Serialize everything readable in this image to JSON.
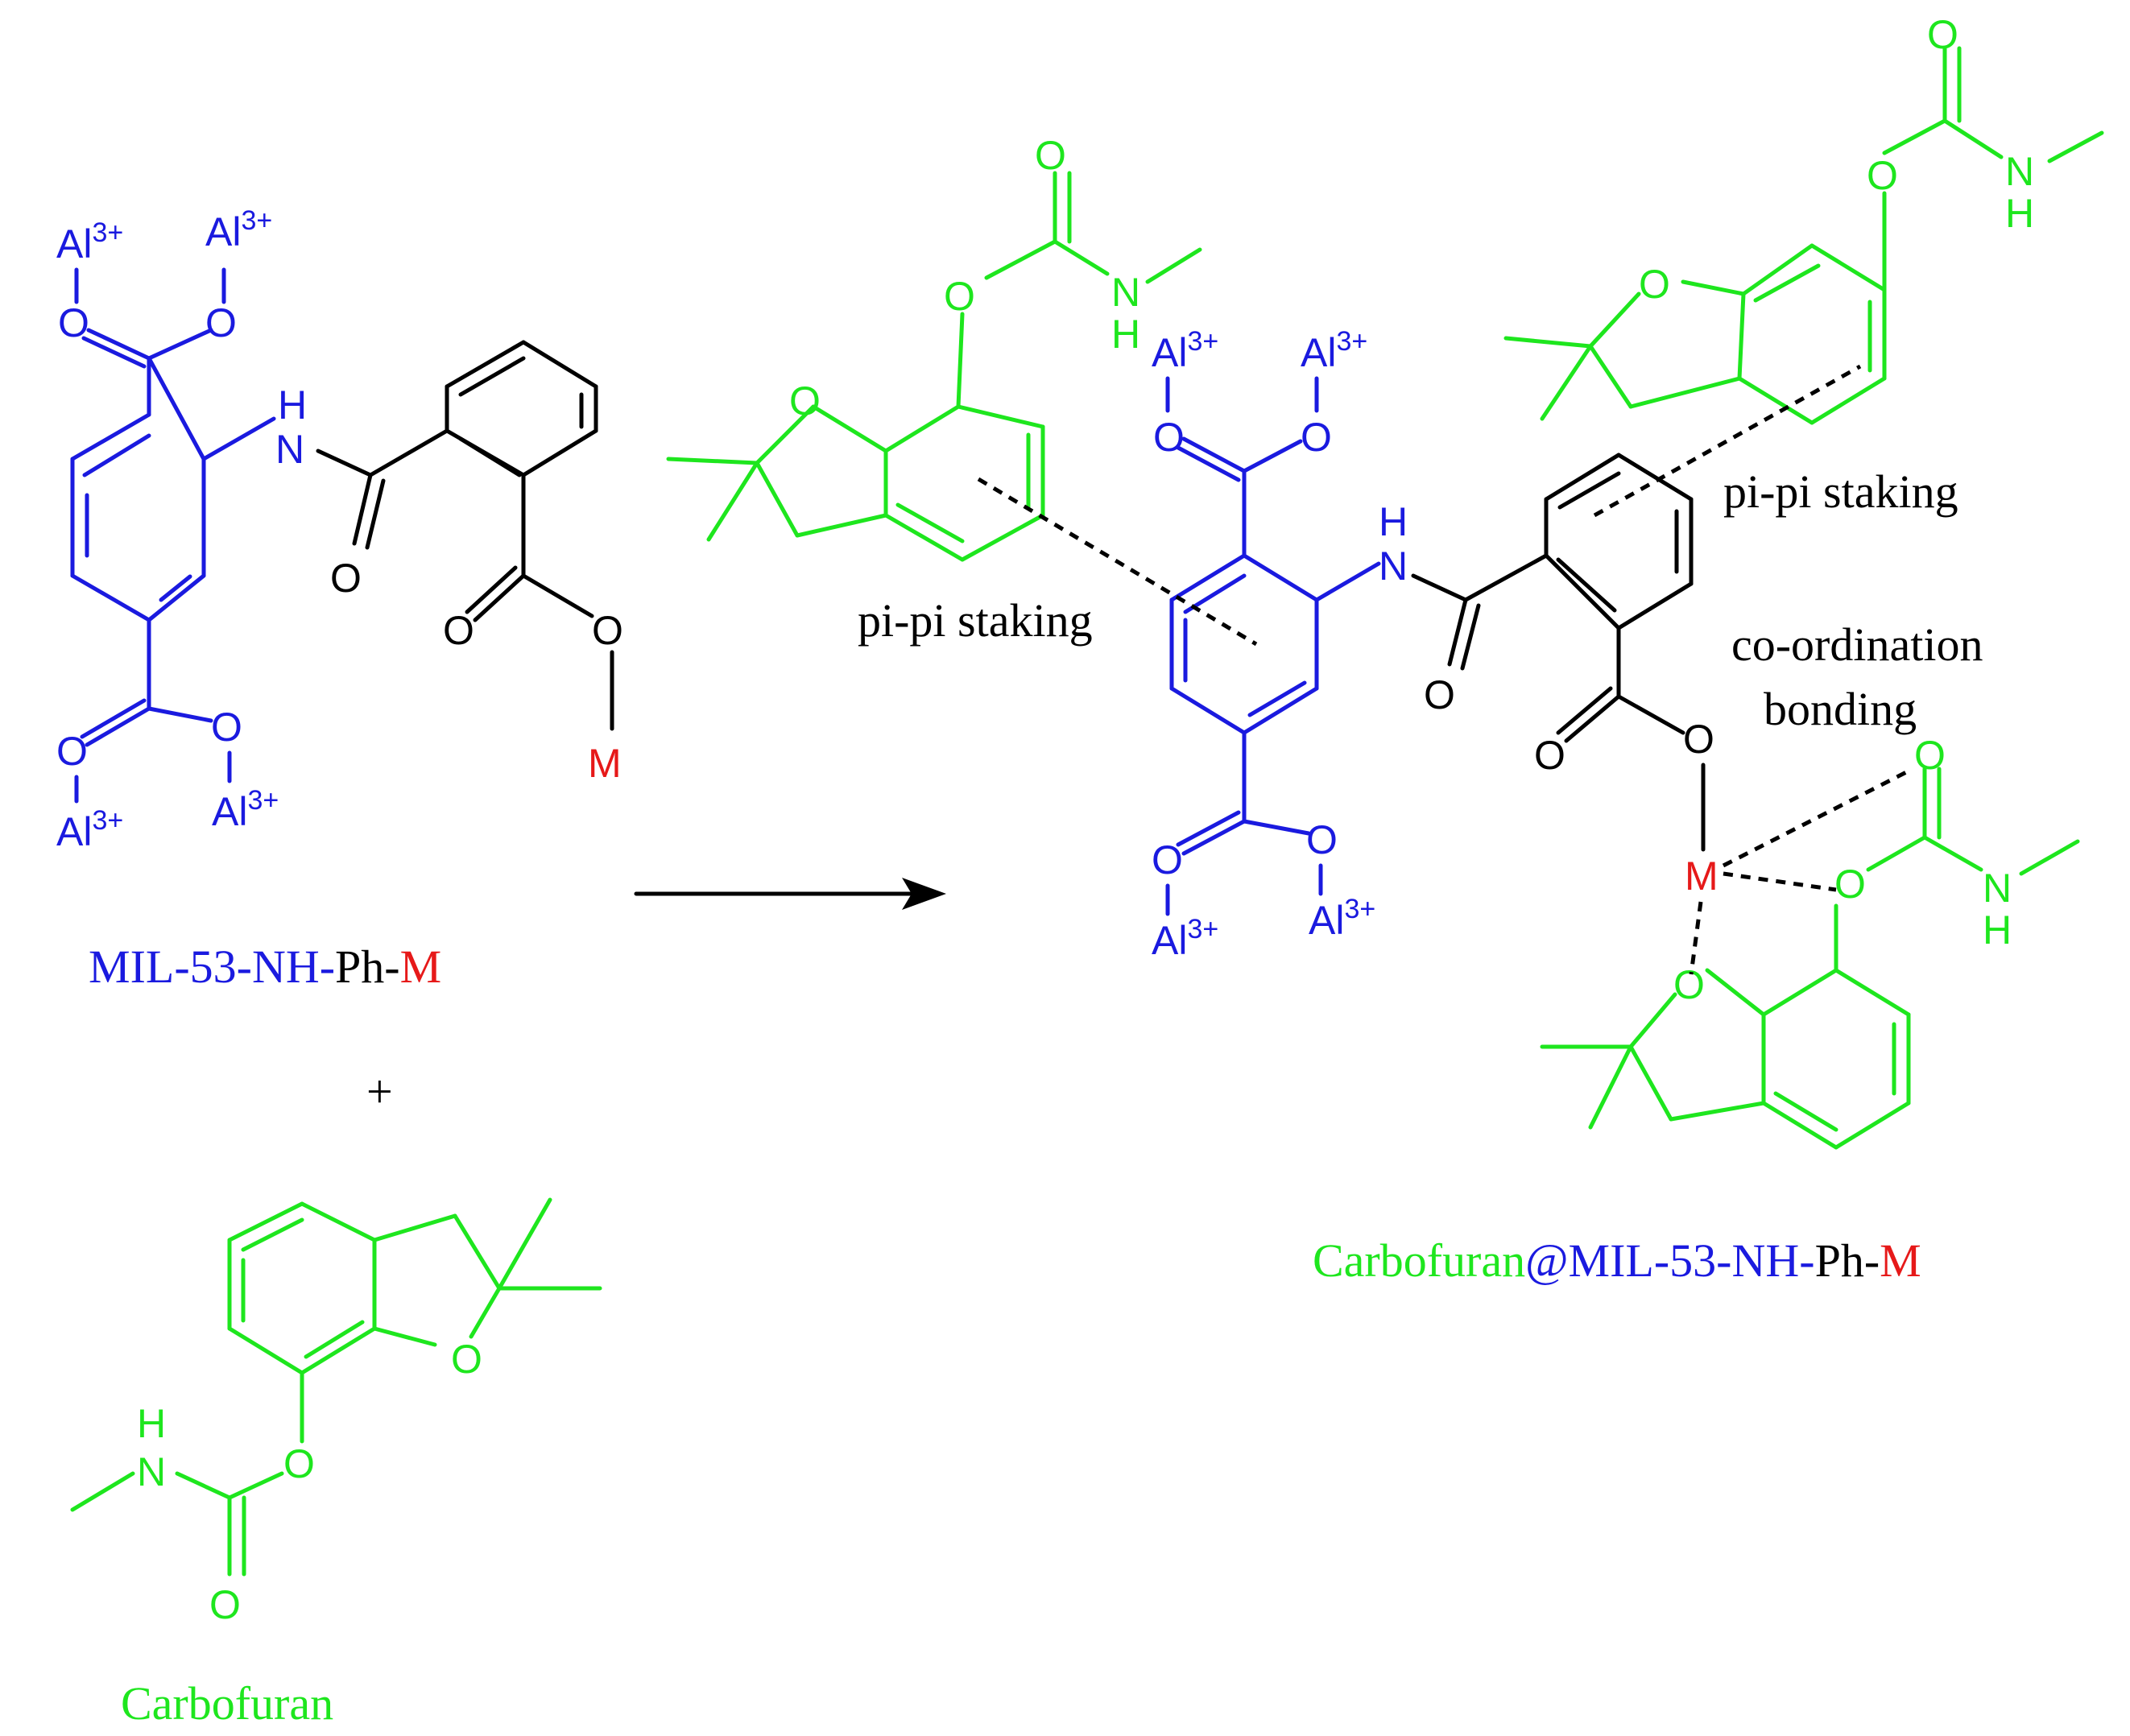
{
  "colors": {
    "framework": "#1a1adf",
    "linker": "#000000",
    "metal": "#e61919",
    "carbofuran": "#1ee61e"
  },
  "atoms": {
    "aluminium": "Al",
    "charge": "3+",
    "oxygen": "O",
    "nitrogen": "N",
    "hydrogen": "H",
    "metal": "M"
  },
  "captions": {
    "framework_name": {
      "mil": "MIL-53-NH-",
      "ph": "Ph-",
      "m": "M"
    },
    "plus": "+",
    "carbofuran": "Carbofuran",
    "pi_pi_left": "pi-pi staking",
    "pi_pi_right": "pi-pi staking",
    "coordination_line1": "co-ordination",
    "coordination_line2": "bonding",
    "product_name": {
      "carbofuran": "Carbofuran",
      "at_mil": "@MIL-53-NH-",
      "ph": "Ph-",
      "m": "M"
    }
  }
}
